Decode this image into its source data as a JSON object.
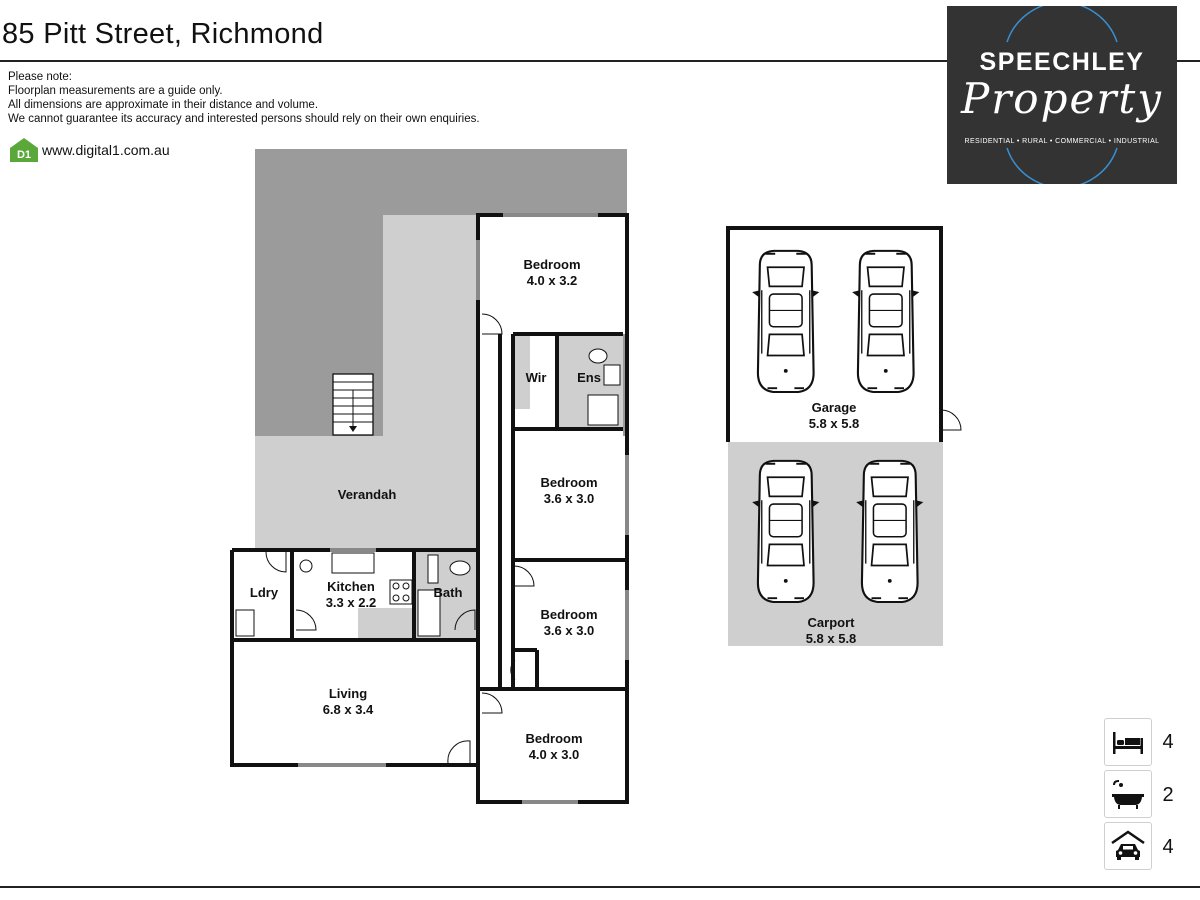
{
  "header": {
    "address": "85 Pitt Street, Richmond"
  },
  "disclaimer": {
    "lines": [
      "Please note:",
      "Floorplan measurements are a guide only.",
      "All dimensions are approximate in their distance and volume.",
      "We cannot guarantee its accuracy and interested persons should rely on their own enquiries."
    ]
  },
  "drafter": {
    "logo_text": "D1",
    "website": "www.digital1.com.au"
  },
  "agency": {
    "name_top": "SPEECHLEY",
    "name_script": "Property",
    "tagline": "RESIDENTIAL • RURAL • COMMERCIAL • INDUSTRIAL"
  },
  "rooms": {
    "bedroom1": {
      "name": "Bedroom",
      "size": "4.0 x 3.2"
    },
    "wir": {
      "name": "Wir"
    },
    "ens": {
      "name": "Ens"
    },
    "bedroom2": {
      "name": "Bedroom",
      "size": "3.6 x 3.0"
    },
    "bedroom3": {
      "name": "Bedroom",
      "size": "3.6 x 3.0"
    },
    "bedroom4": {
      "name": "Bedroom",
      "size": "4.0 x 3.0"
    },
    "verandah": {
      "name": "Verandah"
    },
    "ldry": {
      "name": "Ldry"
    },
    "kitchen": {
      "name": "Kitchen",
      "size": "3.3 x 2.2"
    },
    "bath": {
      "name": "Bath"
    },
    "living": {
      "name": "Living",
      "size": "6.8 x 3.4"
    },
    "garage": {
      "name": "Garage",
      "size": "5.8 x 5.8"
    },
    "carport": {
      "name": "Carport",
      "size": "5.8 x 5.8"
    }
  },
  "summary": [
    {
      "icon": "bed-icon",
      "count": "4"
    },
    {
      "icon": "bath-icon",
      "count": "2"
    },
    {
      "icon": "car-icon",
      "count": "4"
    }
  ],
  "colors": {
    "outdoor_dark": "#9b9b9b",
    "outdoor_light": "#cfcfcf",
    "wall": "#111111",
    "brand_bg": "#333333",
    "brand_accent": "#3a8fd0"
  }
}
